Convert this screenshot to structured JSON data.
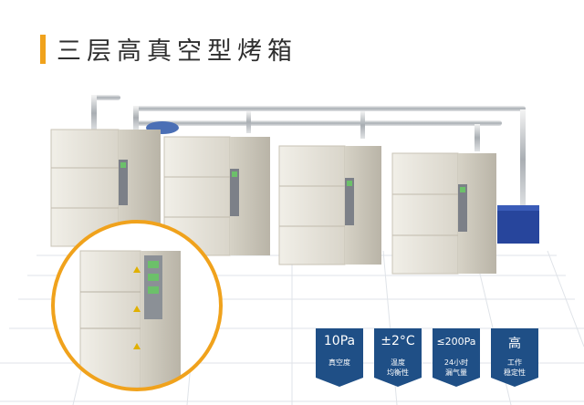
{
  "title": "三层高真空型烤箱",
  "colors": {
    "accent": "#f0a21c",
    "badge_bg": "#1f4f86",
    "inset_ring": "#f0a21c",
    "cabinet": "#e7e4db",
    "pump": "#27459c"
  },
  "badges": [
    {
      "value": "10Pa",
      "line1": "真空度",
      "line2": ""
    },
    {
      "value": "±2°C",
      "line1": "温度",
      "line2": "均衡性"
    },
    {
      "value": "≤200Pa",
      "line1": "24小时",
      "line2": "漏气量"
    },
    {
      "value": "高",
      "line1": "工作",
      "line2": "稳定性"
    }
  ]
}
